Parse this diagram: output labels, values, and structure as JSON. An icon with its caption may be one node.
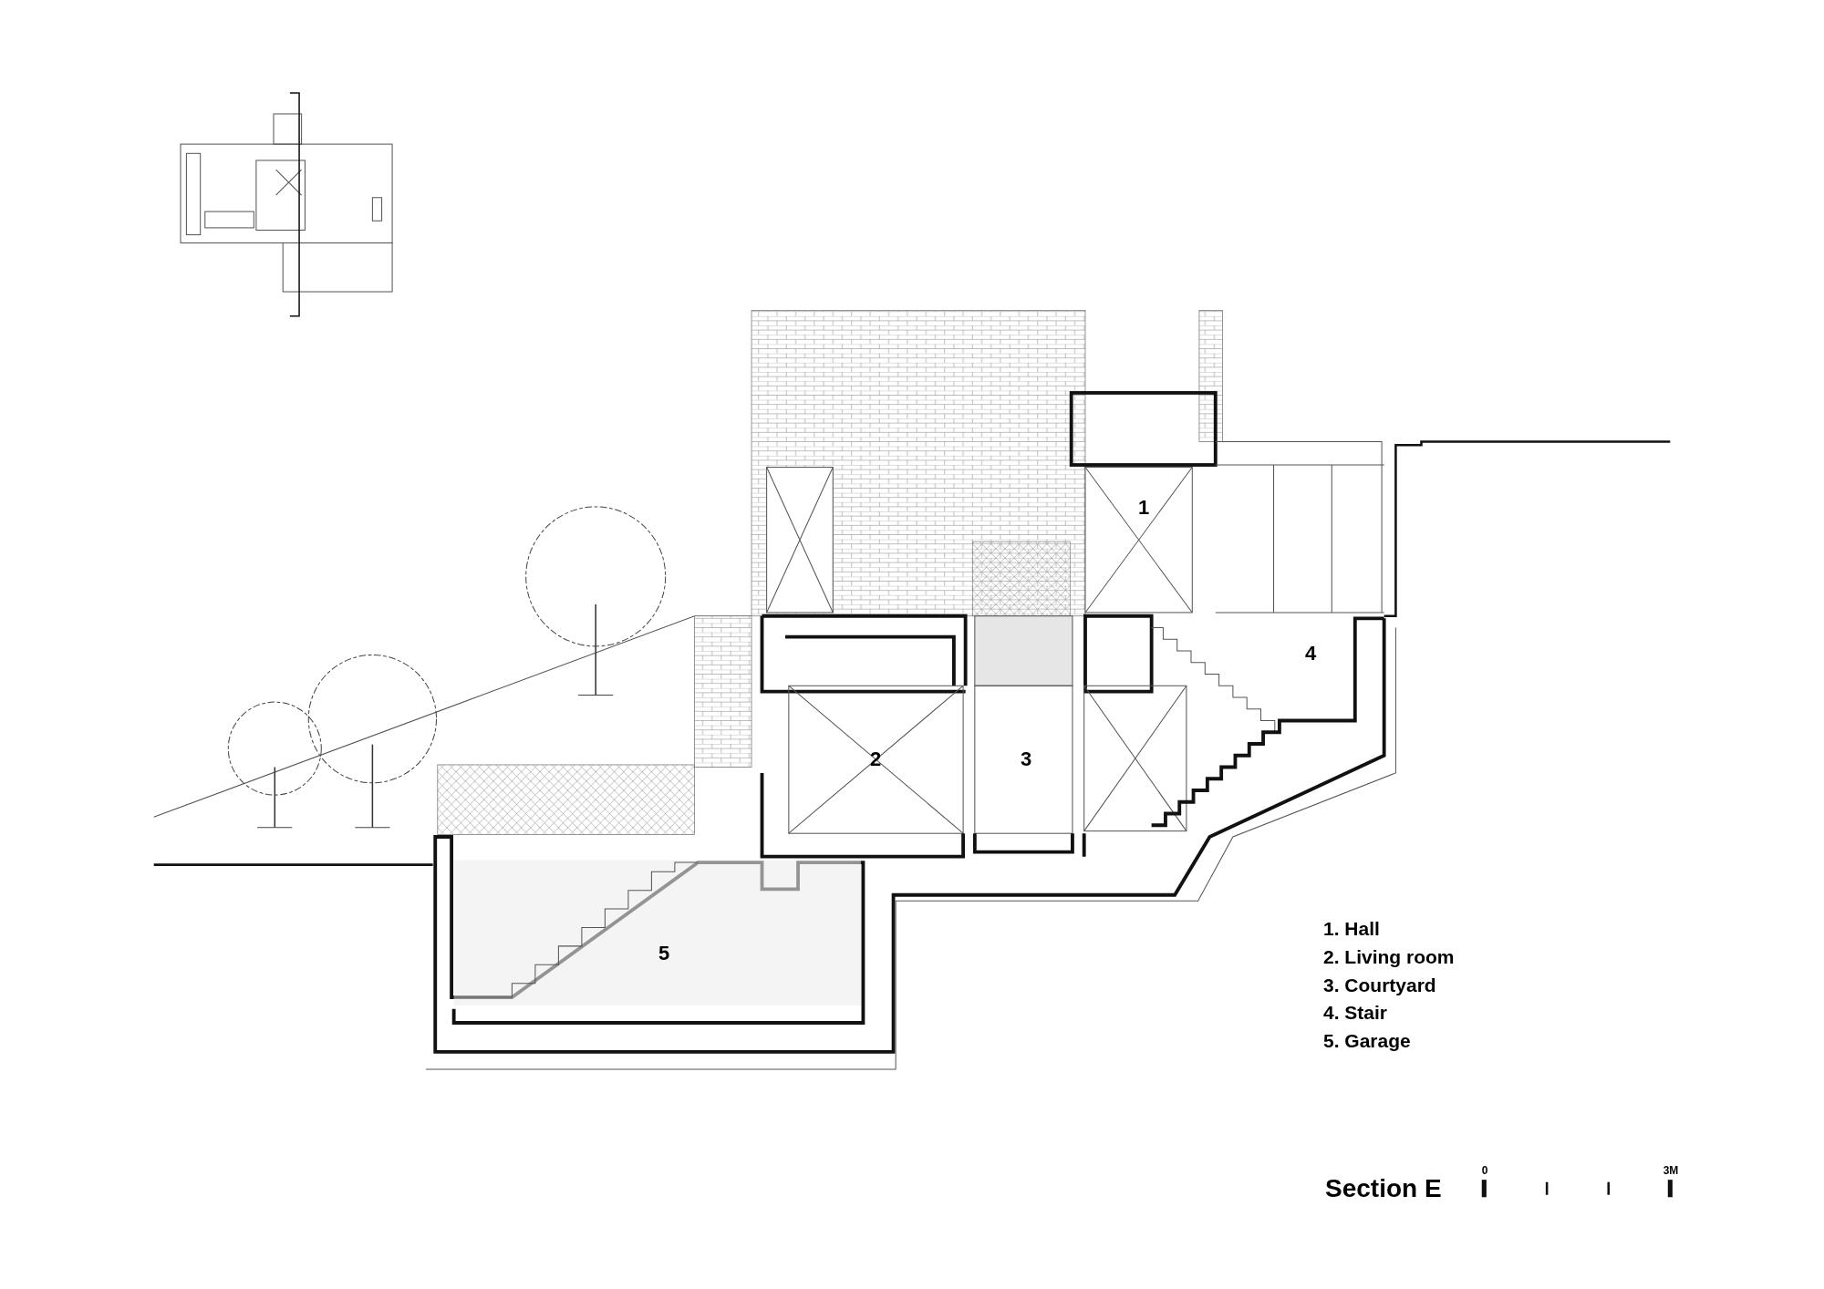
{
  "diagram": {
    "title": "Section E",
    "labels": [
      "1",
      "2",
      "3",
      "4",
      "5",
      "1. Hall",
      "2. Living room",
      "3. Courtyard",
      "4. Stair",
      "5. Garage",
      "0",
      "3M"
    ]
  }
}
